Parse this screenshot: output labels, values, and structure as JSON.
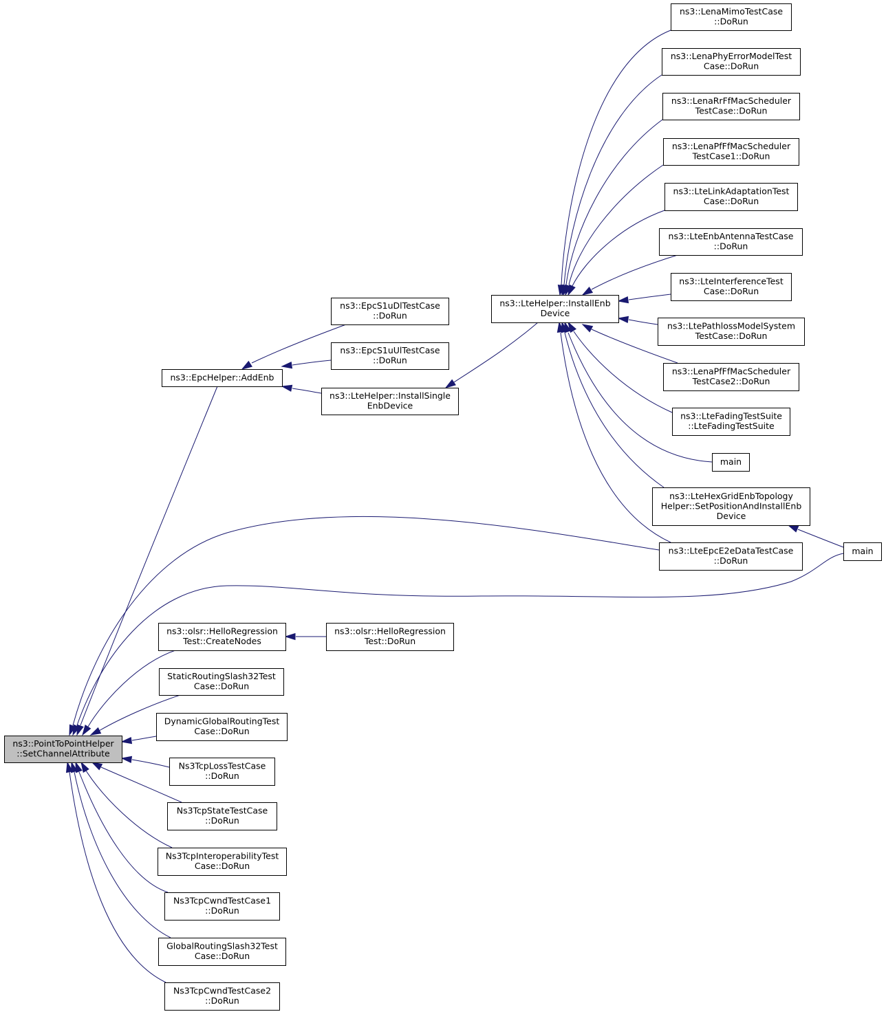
{
  "colors": {
    "edge": "#191970",
    "node_fill": "#ffffff",
    "root_fill": "#bfbfbf",
    "border": "#000000"
  },
  "nodes": [
    {
      "id": "setchannel",
      "lines": [
        "ns3::PointToPointHelper",
        "::SetChannelAttribute"
      ],
      "root": true
    },
    {
      "id": "addenb",
      "lines": [
        "ns3::EpcHelper::AddEnb"
      ]
    },
    {
      "id": "epcdl",
      "lines": [
        "ns3::EpcS1uDlTestCase",
        "::DoRun"
      ]
    },
    {
      "id": "epcul",
      "lines": [
        "ns3::EpcS1uUlTestCase",
        "::DoRun"
      ]
    },
    {
      "id": "installsingle",
      "lines": [
        "ns3::LteHelper::InstallSingle",
        "EnbDevice"
      ]
    },
    {
      "id": "installenb",
      "lines": [
        "ns3::LteHelper::InstallEnb",
        "Device"
      ]
    },
    {
      "id": "mimo",
      "lines": [
        "ns3::LenaMimoTestCase",
        "::DoRun"
      ]
    },
    {
      "id": "phyerr",
      "lines": [
        "ns3::LenaPhyErrorModelTest",
        "Case::DoRun"
      ]
    },
    {
      "id": "rrff",
      "lines": [
        "ns3::LenaRrFfMacScheduler",
        "TestCase::DoRun"
      ]
    },
    {
      "id": "pfff1",
      "lines": [
        "ns3::LenaPfFfMacScheduler",
        "TestCase1::DoRun"
      ]
    },
    {
      "id": "linkadapt",
      "lines": [
        "ns3::LteLinkAdaptationTest",
        "Case::DoRun"
      ]
    },
    {
      "id": "antenna",
      "lines": [
        "ns3::LteEnbAntennaTestCase",
        "::DoRun"
      ]
    },
    {
      "id": "interference",
      "lines": [
        "ns3::LteInterferenceTest",
        "Case::DoRun"
      ]
    },
    {
      "id": "pathloss",
      "lines": [
        "ns3::LtePathlossModelSystem",
        "TestCase::DoRun"
      ]
    },
    {
      "id": "pfff2",
      "lines": [
        "ns3::LenaPfFfMacScheduler",
        "TestCase2::DoRun"
      ]
    },
    {
      "id": "fading",
      "lines": [
        "ns3::LteFadingTestSuite",
        "::LteFadingTestSuite"
      ]
    },
    {
      "id": "main1",
      "lines": [
        "main"
      ]
    },
    {
      "id": "hexgrid",
      "lines": [
        "ns3::LteHexGridEnbTopology",
        "Helper::SetPositionAndInstallEnb",
        "Device"
      ]
    },
    {
      "id": "e2e",
      "lines": [
        "ns3::LteEpcE2eDataTestCase",
        "::DoRun"
      ]
    },
    {
      "id": "main2",
      "lines": [
        "main"
      ]
    },
    {
      "id": "olsrcreate",
      "lines": [
        "ns3::olsr::HelloRegression",
        "Test::CreateNodes"
      ]
    },
    {
      "id": "olsrrun",
      "lines": [
        "ns3::olsr::HelloRegression",
        "Test::DoRun"
      ]
    },
    {
      "id": "static32",
      "lines": [
        "StaticRoutingSlash32Test",
        "Case::DoRun"
      ]
    },
    {
      "id": "dynglobal",
      "lines": [
        "DynamicGlobalRoutingTest",
        "Case::DoRun"
      ]
    },
    {
      "id": "tcploss",
      "lines": [
        "Ns3TcpLossTestCase",
        "::DoRun"
      ]
    },
    {
      "id": "tcpstate",
      "lines": [
        "Ns3TcpStateTestCase",
        "::DoRun"
      ]
    },
    {
      "id": "tcpinterop",
      "lines": [
        "Ns3TcpInteroperabilityTest",
        "Case::DoRun"
      ]
    },
    {
      "id": "cwnd1",
      "lines": [
        "Ns3TcpCwndTestCase1",
        "::DoRun"
      ]
    },
    {
      "id": "global32",
      "lines": [
        "GlobalRoutingSlash32Test",
        "Case::DoRun"
      ]
    },
    {
      "id": "cwnd2",
      "lines": [
        "Ns3TcpCwndTestCase2",
        "::DoRun"
      ]
    }
  ],
  "edges": [
    {
      "from": "addenb",
      "to": "setchannel"
    },
    {
      "from": "e2e",
      "to": "setchannel"
    },
    {
      "from": "main2",
      "to": "setchannel"
    },
    {
      "from": "olsrcreate",
      "to": "setchannel"
    },
    {
      "from": "static32",
      "to": "setchannel"
    },
    {
      "from": "dynglobal",
      "to": "setchannel"
    },
    {
      "from": "tcploss",
      "to": "setchannel"
    },
    {
      "from": "tcpstate",
      "to": "setchannel"
    },
    {
      "from": "tcpinterop",
      "to": "setchannel"
    },
    {
      "from": "cwnd1",
      "to": "setchannel"
    },
    {
      "from": "global32",
      "to": "setchannel"
    },
    {
      "from": "cwnd2",
      "to": "setchannel"
    },
    {
      "from": "epcdl",
      "to": "addenb"
    },
    {
      "from": "epcul",
      "to": "addenb"
    },
    {
      "from": "installsingle",
      "to": "addenb"
    },
    {
      "from": "installenb",
      "to": "installsingle"
    },
    {
      "from": "mimo",
      "to": "installenb"
    },
    {
      "from": "phyerr",
      "to": "installenb"
    },
    {
      "from": "rrff",
      "to": "installenb"
    },
    {
      "from": "pfff1",
      "to": "installenb"
    },
    {
      "from": "linkadapt",
      "to": "installenb"
    },
    {
      "from": "antenna",
      "to": "installenb"
    },
    {
      "from": "interference",
      "to": "installenb"
    },
    {
      "from": "pathloss",
      "to": "installenb"
    },
    {
      "from": "pfff2",
      "to": "installenb"
    },
    {
      "from": "fading",
      "to": "installenb"
    },
    {
      "from": "main1",
      "to": "installenb"
    },
    {
      "from": "hexgrid",
      "to": "installenb"
    },
    {
      "from": "e2e",
      "to": "installenb"
    },
    {
      "from": "main2",
      "to": "hexgrid"
    },
    {
      "from": "olsrrun",
      "to": "olsrcreate"
    }
  ]
}
